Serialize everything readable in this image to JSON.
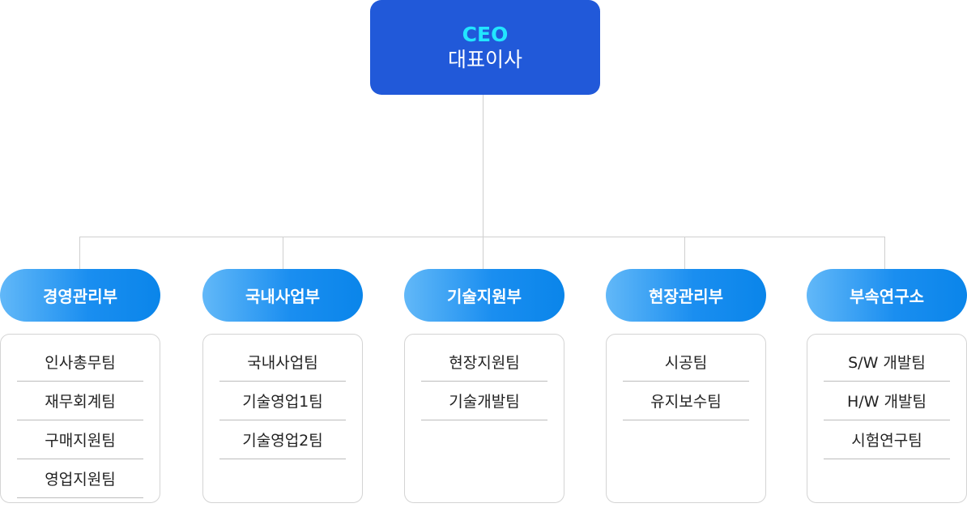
{
  "ceo": {
    "title_en": "CEO",
    "title_ko": "대표이사"
  },
  "departments": [
    {
      "name": "경영관리부",
      "teams": [
        "인사총무팀",
        "재무회계팀",
        "구매지원팀",
        "영업지원팀"
      ]
    },
    {
      "name": "국내사업부",
      "teams": [
        "국내사업팀",
        "기술영업1팀",
        "기술영업2팀"
      ]
    },
    {
      "name": "기술지원부",
      "teams": [
        "현장지원팀",
        "기술개발팀"
      ]
    },
    {
      "name": "현장관리부",
      "teams": [
        "시공팀",
        "유지보수팀"
      ]
    },
    {
      "name": "부속연구소",
      "teams": [
        "S/W 개발팀",
        "H/W 개발팀",
        "시험연구팀"
      ]
    }
  ],
  "colors": {
    "ceo_bg": "#2159d9",
    "ceo_en_text": "#22e6ff",
    "dept_gradient_start": "#62b8f8",
    "dept_gradient_end": "#0a85ea"
  }
}
